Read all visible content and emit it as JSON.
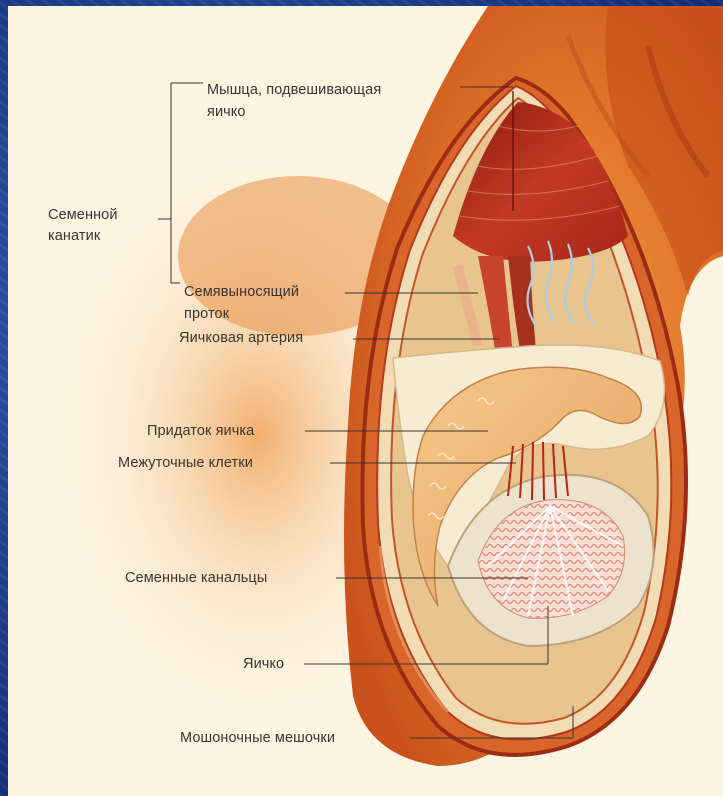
{
  "labels": {
    "cremaster": [
      "Мышца, подвешивающая",
      "яичко"
    ],
    "spermatic_cord": [
      "Семенной",
      "канатик"
    ],
    "vas_deferens": [
      "Семявыносящий",
      "проток"
    ],
    "testicular_artery": "Яичковая артерия",
    "epididymis": "Придаток яичка",
    "interstitial_cells": "Межуточные клетки",
    "seminiferous_tubules": "Семенные канальцы",
    "testis": "Яичко",
    "scrotal_sacs": "Мошоночные мешочки"
  },
  "colors": {
    "background": "#1b3f8f",
    "panel": "#fdf5e2",
    "skin": "#e07a2a",
    "muscle": "#b3261a",
    "tissue": "#f3e3c0",
    "vessel": "#9fc6d8",
    "text": "#3b3530"
  }
}
